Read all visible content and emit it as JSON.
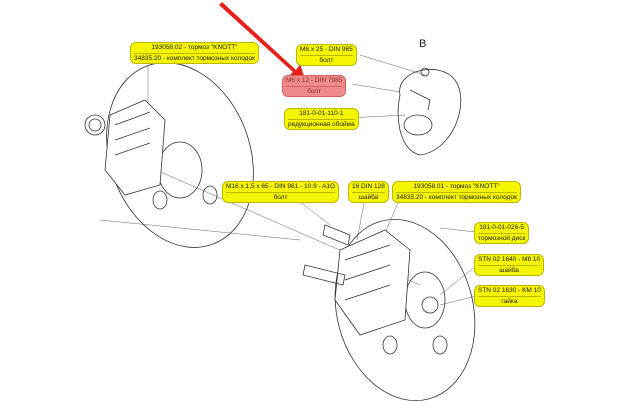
{
  "view_label": "B",
  "labels": [
    {
      "line1": "193058.02 - тормоз \"KNOTT\"",
      "line2": "34835.20 - комплект тормозных колодок"
    },
    {
      "line1": "M6 x 25 - DIN 965",
      "line2": "болт"
    },
    {
      "line1": "M6 x 12 - DIN 7985",
      "line2": "болт"
    },
    {
      "line1": "181-0-01-110-1",
      "line2": "редукционная обойма"
    },
    {
      "line1": "M16 x 1,5 x 65 - DIN 961 - 10.9 - A1G",
      "line2": "болт"
    },
    {
      "line1": "16 DIN 128",
      "line2": "шайба"
    },
    {
      "line1": "193058.01 - тормоз \"KNOTT\"",
      "line2": "34835.20 - комплект тормозных колодок"
    },
    {
      "line1": "181-0-01-026-5",
      "line2": "тормозной диск"
    },
    {
      "line1": "STN 02 1640 - M8 10",
      "line2": "шайба"
    },
    {
      "line1": "STN 02 1630 - KM 10",
      "line2": "гайка"
    }
  ],
  "colors": {
    "highlight": "#f5f500",
    "selected": "#f08a8a",
    "arrow": "#e8201a"
  }
}
